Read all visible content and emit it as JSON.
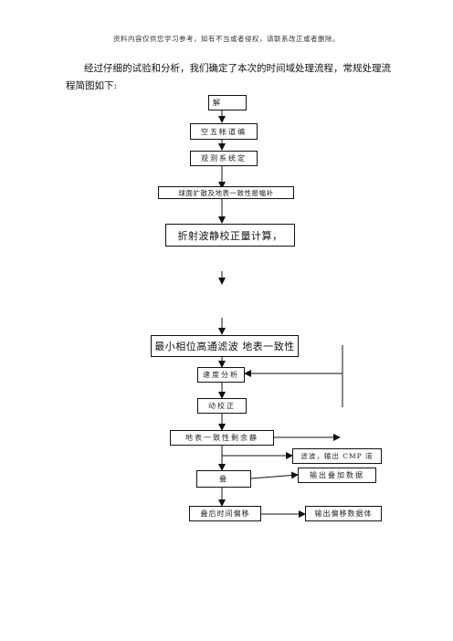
{
  "header": {
    "disclaimer": "资料内容仅供您学习参考，如有不当或者侵权，请联系改正或者删除。"
  },
  "intro": {
    "text": "经过仔细的试验和分析，我们确定了本次的时间域处理流程，常规处理流程简图如下:"
  },
  "flowchart": {
    "boxes": {
      "b1": "解",
      "b2": "空五帐道编",
      "b3": "观测系统定",
      "b4": "球面扩散及地表一致性振幅补",
      "b5": "折射波静校正量计算，",
      "b6": "最小相位高通滤波   地表一致性",
      "b7": "速度分析",
      "b8": "动校正",
      "b9": "地表一致性剩余静",
      "b10": "滤波，输出 CMP 道",
      "b11": "叠",
      "b12": "输出叠加数据",
      "b13": "叠后时间偏移",
      "b14": "输出偏移数据体"
    }
  }
}
